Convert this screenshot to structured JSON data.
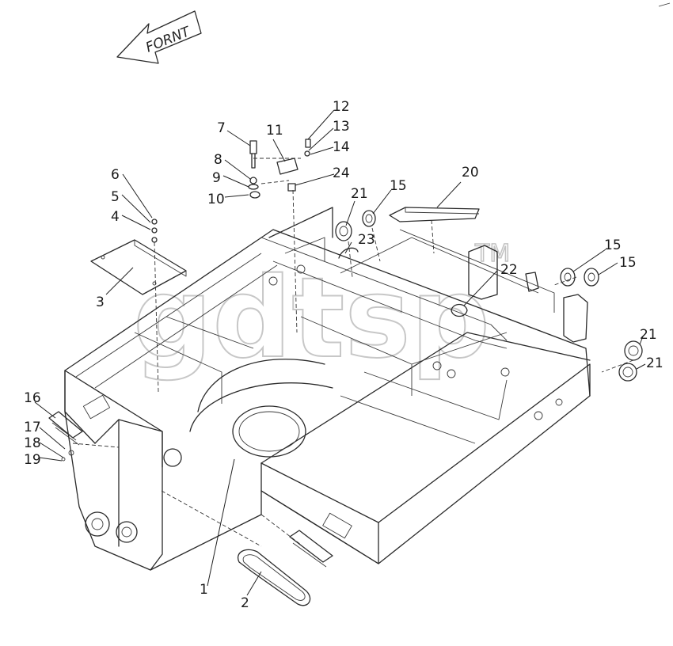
{
  "front_label": "FORNT",
  "watermark": {
    "text": "gdtsp",
    "mark": "TM"
  },
  "callouts": [
    {
      "id": "c1",
      "text": "1"
    },
    {
      "id": "c2",
      "text": "2"
    },
    {
      "id": "c3",
      "text": "3"
    },
    {
      "id": "c4",
      "text": "4"
    },
    {
      "id": "c5",
      "text": "5"
    },
    {
      "id": "c6",
      "text": "6"
    },
    {
      "id": "c7",
      "text": "7"
    },
    {
      "id": "c8",
      "text": "8"
    },
    {
      "id": "c9",
      "text": "9"
    },
    {
      "id": "c10",
      "text": "10"
    },
    {
      "id": "c11",
      "text": "11"
    },
    {
      "id": "c12",
      "text": "12"
    },
    {
      "id": "c13",
      "text": "13"
    },
    {
      "id": "c14",
      "text": "14"
    },
    {
      "id": "c15a",
      "text": "15"
    },
    {
      "id": "c15b",
      "text": "15"
    },
    {
      "id": "c15c",
      "text": "15"
    },
    {
      "id": "c16",
      "text": "16"
    },
    {
      "id": "c17",
      "text": "17"
    },
    {
      "id": "c18",
      "text": "18"
    },
    {
      "id": "c19",
      "text": "19"
    },
    {
      "id": "c20",
      "text": "20"
    },
    {
      "id": "c21a",
      "text": "21"
    },
    {
      "id": "c21b",
      "text": "21"
    },
    {
      "id": "c21c",
      "text": "21"
    },
    {
      "id": "c22",
      "text": "22"
    },
    {
      "id": "c23",
      "text": "23"
    },
    {
      "id": "c24",
      "text": "24"
    }
  ]
}
